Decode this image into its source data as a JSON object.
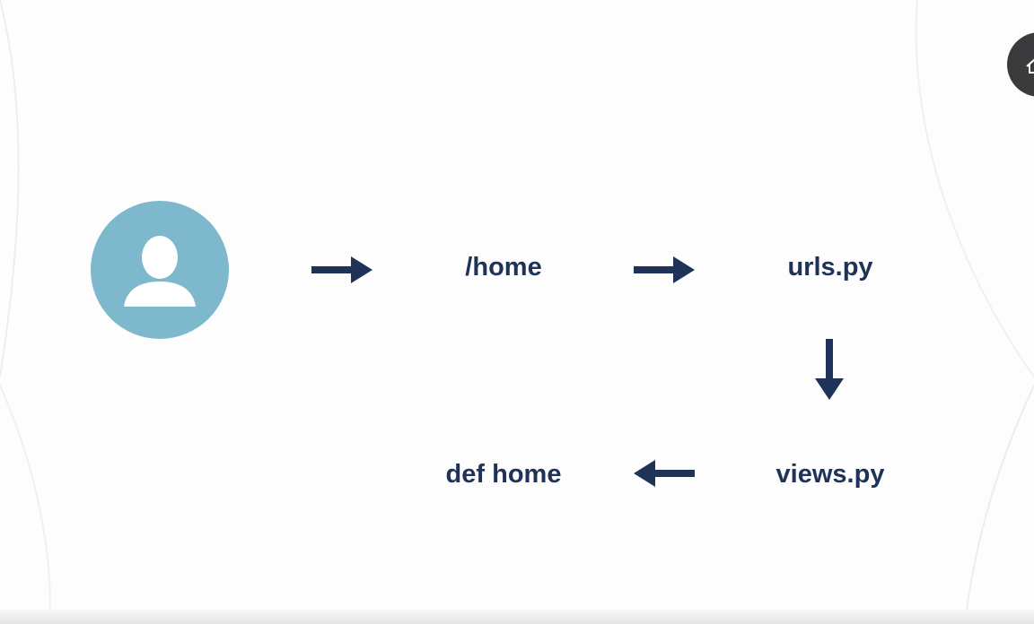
{
  "diagram": {
    "nodes": {
      "user": {
        "icon": "user-icon"
      },
      "home_url": {
        "label": "/home"
      },
      "urls_file": {
        "label": "urls.py"
      },
      "views_file": {
        "label": "views.py"
      },
      "view_function": {
        "label": "def home"
      }
    },
    "edges": [
      {
        "from": "user",
        "to": "home_url",
        "direction": "right"
      },
      {
        "from": "home_url",
        "to": "urls_file",
        "direction": "right"
      },
      {
        "from": "urls_file",
        "to": "views_file",
        "direction": "down"
      },
      {
        "from": "views_file",
        "to": "view_function",
        "direction": "left"
      }
    ]
  },
  "controls": {
    "corner_button_icon": "home-icon"
  },
  "colors": {
    "background": "#fdfdfd",
    "text": "#1f3358",
    "arrow": "#1f3358",
    "avatar_circle": "#7db8cd",
    "avatar_figure": "#ffffff",
    "corner_button": "#3b3b3d"
  }
}
